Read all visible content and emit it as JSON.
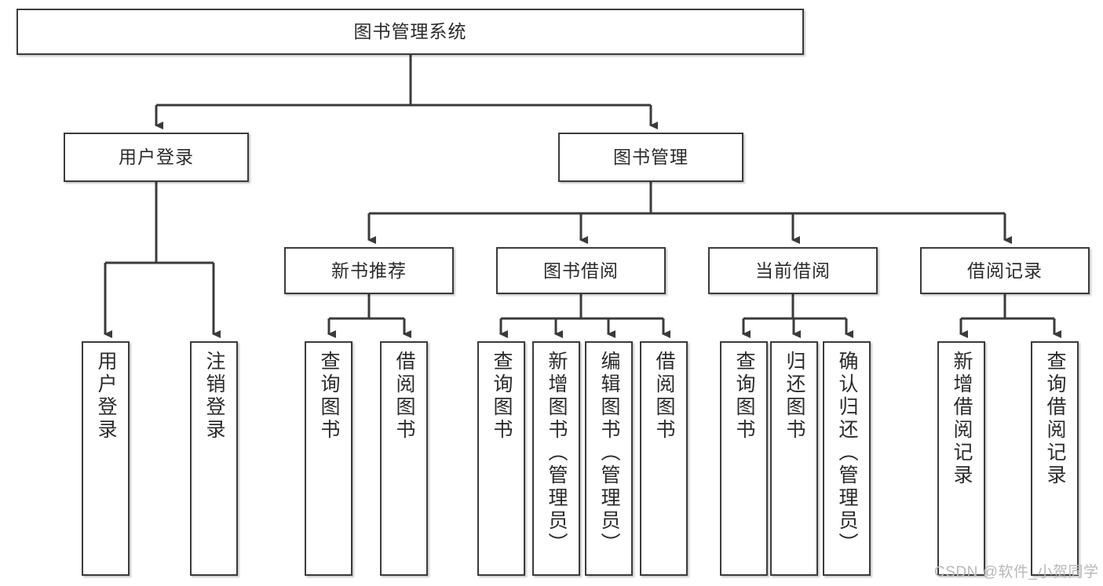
{
  "diagram": {
    "title": "图书管理系统",
    "type": "tree",
    "orientation": "top-down",
    "colors": {
      "box_border": "#3b3b3b",
      "box_fill": "#ffffff",
      "connector": "#3b3b3b",
      "text": "#2b2b2b",
      "watermark": "#b9b9b9",
      "background": "#ffffff"
    },
    "root": {
      "label": "图书管理系统",
      "children": [
        {
          "label": "用户登录",
          "children": [
            {
              "label": "用户登录"
            },
            {
              "label": "注销登录"
            }
          ]
        },
        {
          "label": "图书管理",
          "children": [
            {
              "label": "新书推荐",
              "children": [
                {
                  "label": "查询图书"
                },
                {
                  "label": "借阅图书"
                }
              ]
            },
            {
              "label": "图书借阅",
              "children": [
                {
                  "label": "查询图书"
                },
                {
                  "label": "新增图书（管理员）"
                },
                {
                  "label": "编辑图书（管理员）"
                },
                {
                  "label": "借阅图书"
                }
              ]
            },
            {
              "label": "当前借阅",
              "children": [
                {
                  "label": "查询图书"
                },
                {
                  "label": "归还图书"
                },
                {
                  "label": "确认归还（管理员）"
                }
              ]
            },
            {
              "label": "借阅记录",
              "children": [
                {
                  "label": "新增借阅记录"
                },
                {
                  "label": "查询借阅记录"
                }
              ]
            }
          ]
        }
      ]
    },
    "nodes": {
      "root": "图书管理系统",
      "l1_user_login": "用户登录",
      "l1_book_manage": "图书管理",
      "l2_new_book": "新书推荐",
      "l2_book_borrow": "图书借阅",
      "l2_current_borrow": "当前借阅",
      "l2_borrow_record": "借阅记录",
      "leaf_user_login": "用户登录",
      "leaf_logout": "注销登录",
      "leaf_nb_query": "查询图书",
      "leaf_nb_borrow": "借阅图书",
      "leaf_bb_query": "查询图书",
      "leaf_bb_add": "新增图书（管理员）",
      "leaf_bb_edit": "编辑图书（管理员）",
      "leaf_bb_borrow": "借阅图书",
      "leaf_cb_query": "查询图书",
      "leaf_cb_return": "归还图书",
      "leaf_cb_confirm": "确认归还（管理员）",
      "leaf_br_add": "新增借阅记录",
      "leaf_br_query": "查询借阅记录"
    }
  },
  "watermark": {
    "text": "CSDN @软件_小贺同学"
  }
}
